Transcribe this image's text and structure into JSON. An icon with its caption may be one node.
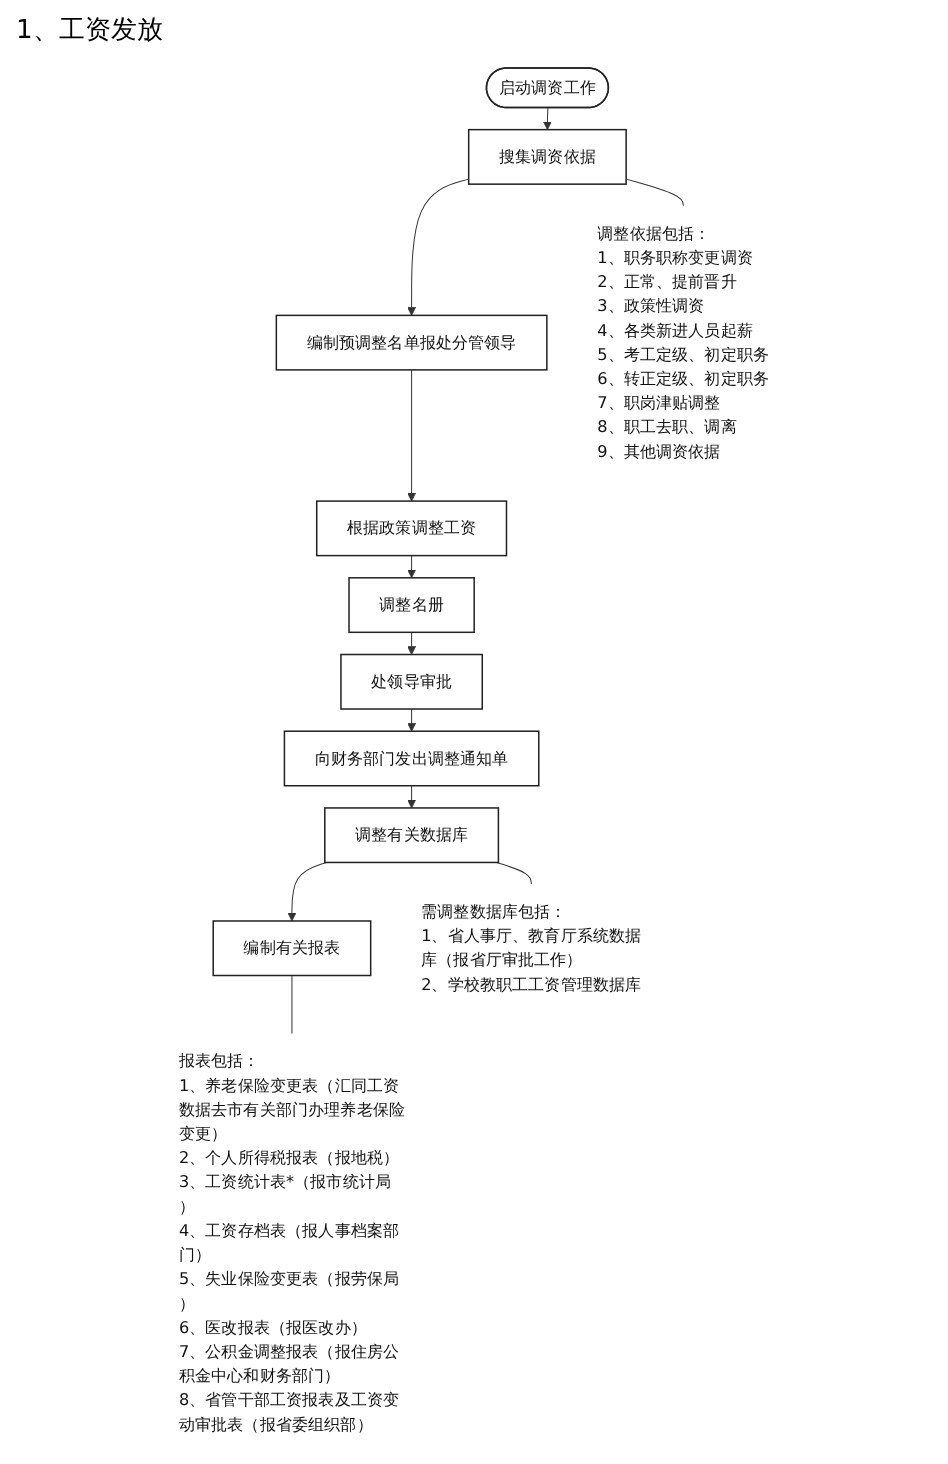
{
  "diagram": {
    "title": "1、工资发放",
    "nodes": [
      {
        "text": [
          "启动调资工作"
        ]
      },
      {
        "text": [
          "搜集调资依据"
        ]
      },
      {
        "text": [
          "编制预调整名单报处分管领导"
        ]
      },
      {
        "text": [
          "根据政策调整工资"
        ]
      },
      {
        "text": [
          "调整名册"
        ]
      },
      {
        "text": [
          "处领导审批"
        ]
      },
      {
        "text": [
          "向财务部门发出调整通知单"
        ]
      },
      {
        "text": [
          "调整有关数据库"
        ]
      },
      {
        "text": [
          "编制有关报表"
        ]
      },
      {
        "text": [
          "调整依据包括：",
          "1、职务职称变更调资",
          "2、正常、提前晋升",
          "3、政策性调资",
          "4、各类新进人员起薪",
          "5、考工定级、初定职务",
          "6、转正定级、初定职务",
          "7、职岗津贴调整",
          "8、职工去职、调离",
          "9、其他调资依据"
        ]
      },
      {
        "text": [
          "需调整数据库包括：",
          "1、省人事厅、教育厅系统数据库（报省厅审批工作）",
          "2、学校教职工工资管理数据库"
        ]
      },
      {
        "text": [
          "报表包括：",
          "1、养老保险变更表（汇同工资数据去市有关部门办理养老保险变更）",
          "2、个人所得税报表（报地税）",
          "3、工资统计表*（报市统计局）",
          "4、工资存档表（报人事档案部门）",
          "5、失业保险变更表（报劳保局）",
          "6、医改报表（报医改办）",
          "7、公积金调整报表（报住房公积金中心和财务部门）",
          "8、省管干部工资报表及工资变动审批表（报省委组织部）"
        ]
      }
    ],
    "edges": [
      {
        "from": 0,
        "to": 1,
        "arrow": "to"
      },
      {
        "from": 1,
        "to": 2,
        "arrow": "to"
      },
      {
        "from": 2,
        "to": 3,
        "arrow": "to"
      },
      {
        "from": 3,
        "to": 4,
        "arrow": "to"
      },
      {
        "from": 4,
        "to": 5,
        "arrow": "to"
      },
      {
        "from": 5,
        "to": 6,
        "arrow": "to"
      },
      {
        "from": 6,
        "to": 7,
        "arrow": "to"
      },
      {
        "from": 7,
        "to": 8,
        "arrow": "to"
      },
      {
        "from": 1,
        "to": 9,
        "arrow": "none"
      },
      {
        "from": 7,
        "to": 10,
        "arrow": "none"
      },
      {
        "from": 8,
        "to": 11,
        "arrow": "none"
      }
    ]
  }
}
